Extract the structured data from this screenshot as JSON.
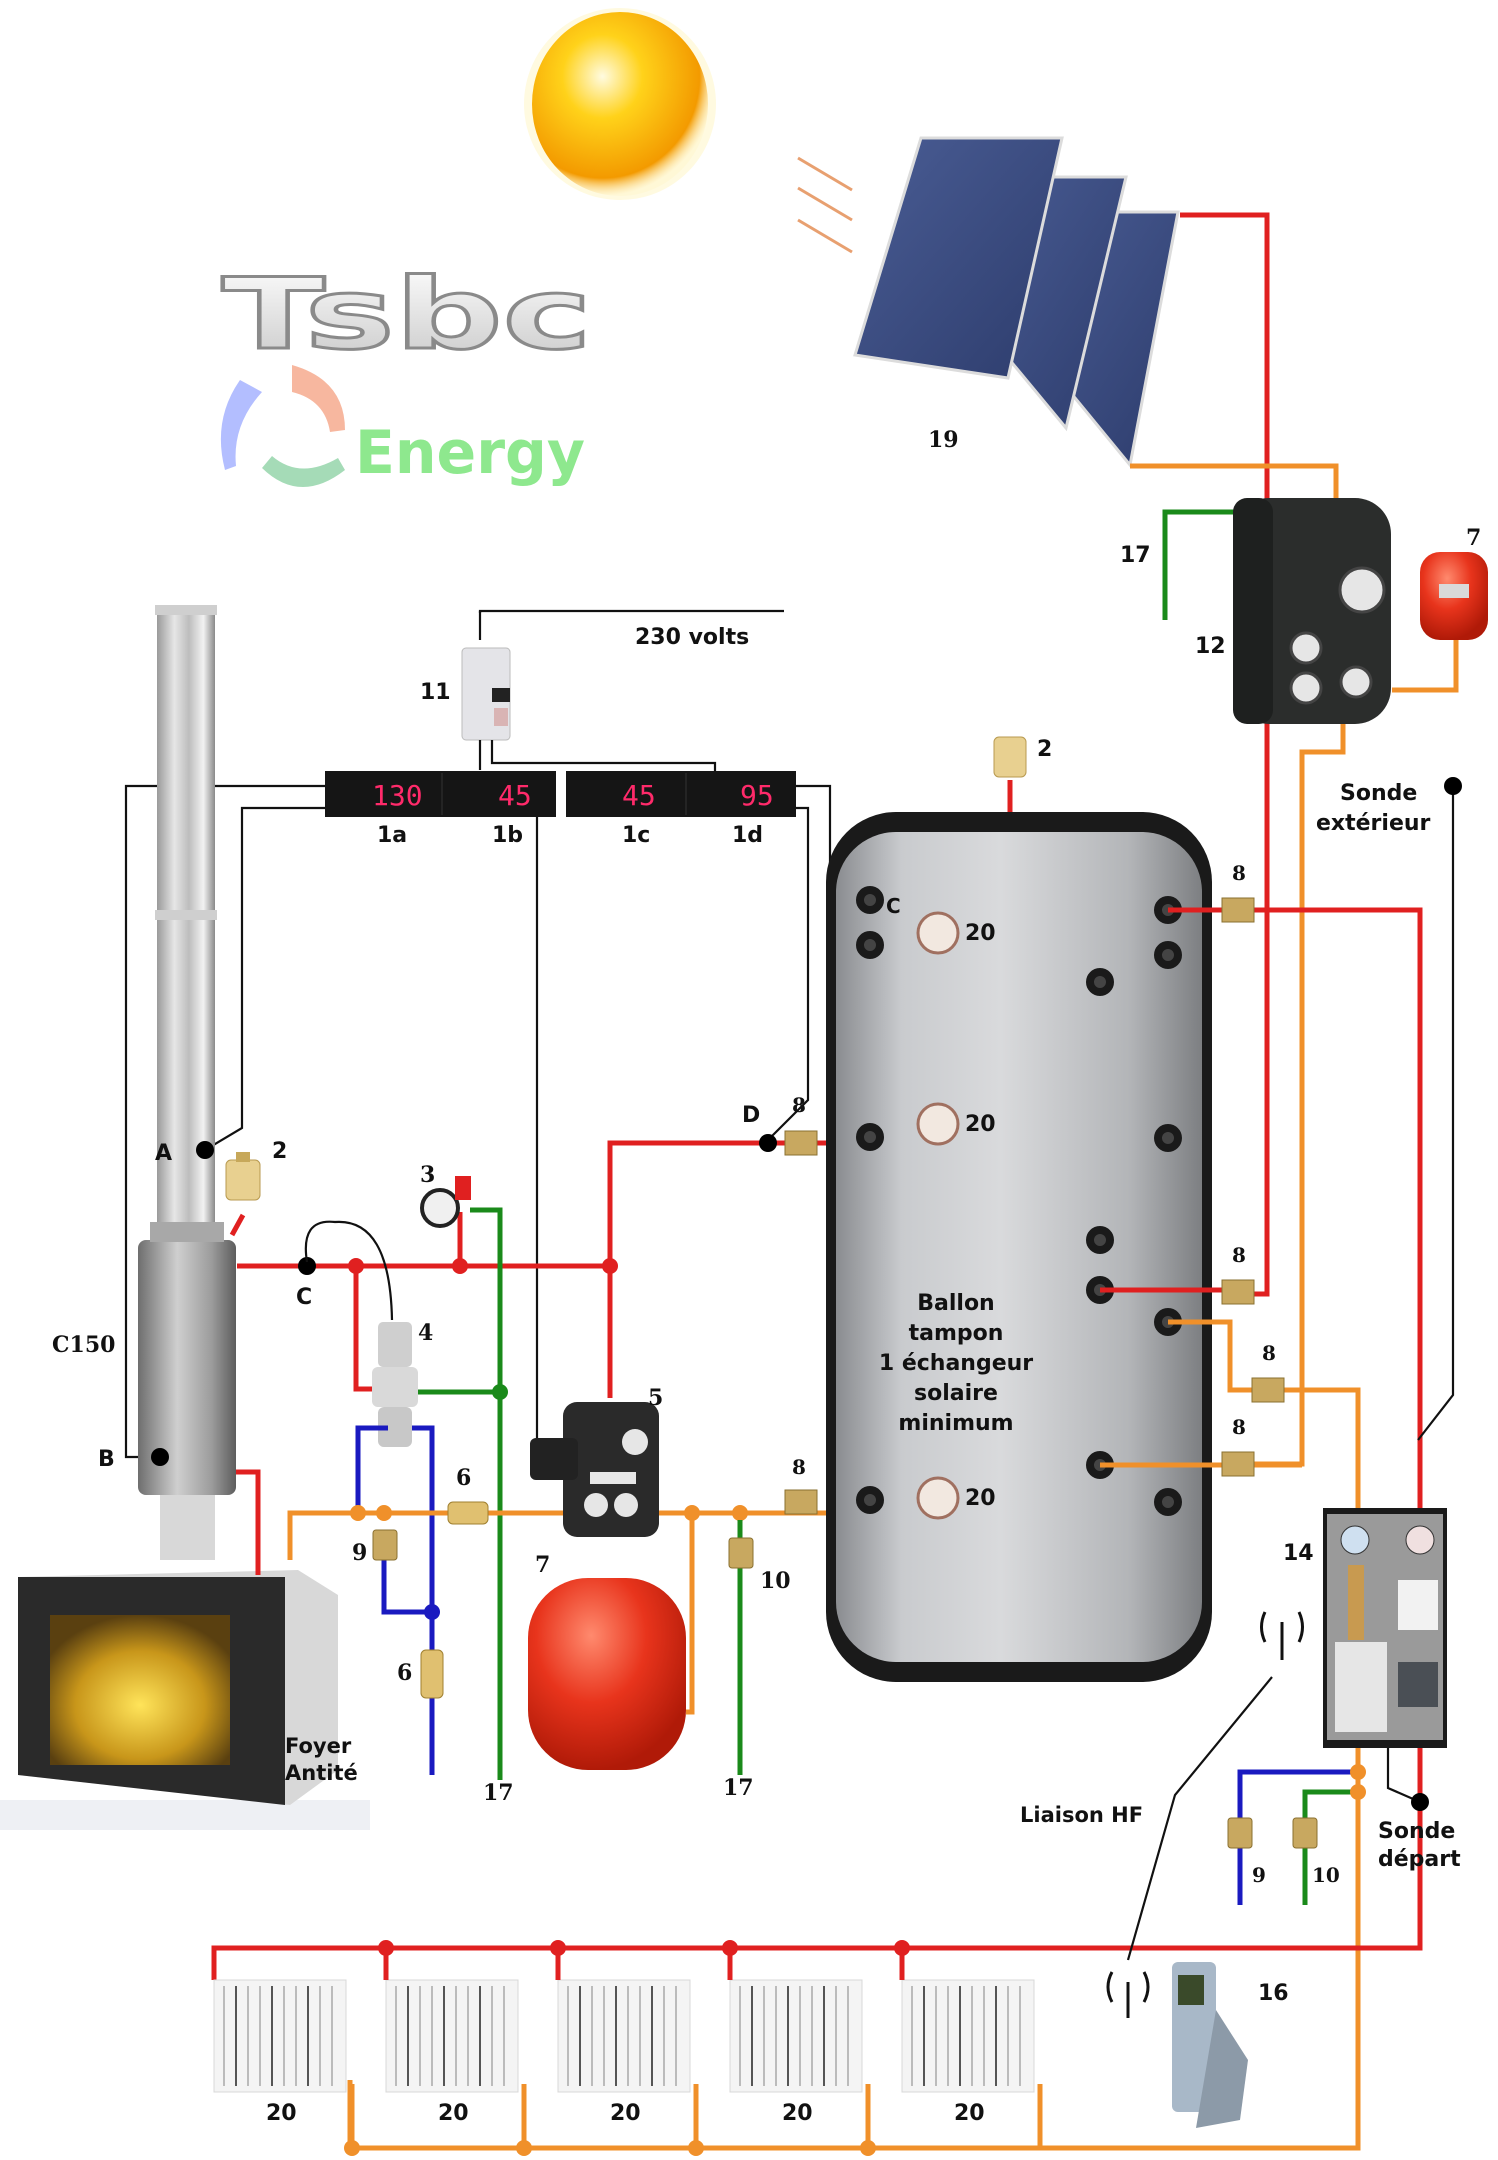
{
  "logo": {
    "brand": "Tsbc",
    "sub": "Energy"
  },
  "colors": {
    "hot_pipe": "#e02020",
    "return_pipe": "#f0902a",
    "cold_pipe": "#1a1ac0",
    "drain_pipe": "#1a8a1a",
    "wire": "#111111",
    "lcd": "#ff2a6a",
    "tank": "#b8babd",
    "vessel": "#e8341c",
    "panel": "#3c4f86"
  },
  "power": {
    "label": "230 volts",
    "breaker_id": "11"
  },
  "controllers": [
    {
      "id": "1a",
      "value": "130"
    },
    {
      "id": "1b",
      "value": "45"
    },
    {
      "id": "1c",
      "value": "45"
    },
    {
      "id": "1d",
      "value": "95"
    }
  ],
  "sensors": {
    "A": "A",
    "B": "B",
    "C_left": "C",
    "C_tank": "C",
    "D": "D"
  },
  "components": {
    "solar_panels": "19",
    "solar_station": "12",
    "solar_expansion": "7",
    "solar_drain": "17",
    "air_vent_tank": "2",
    "air_vent_stove": "2",
    "safety_group": "3",
    "thermal_valve": "4",
    "load_unit": "5",
    "check_valve_h": "6",
    "check_valve_v": "6",
    "expansion_vessel": "7",
    "fill_valve": "9",
    "drain_valve": "10",
    "drain_17a": "17",
    "drain_17b": "17",
    "heating_station": "14",
    "thermostat": "16",
    "stove_model": "C150",
    "stove_name_line1": "Foyer",
    "stove_name_line2": "Antité",
    "fill_valve_2": "9",
    "drain_valve_2": "10"
  },
  "tank": {
    "lines": [
      "Ballon",
      "tampon",
      "1 échangeur",
      "solaire",
      "minimum"
    ],
    "thermometer_label": "20",
    "valve_label": "8"
  },
  "probes": {
    "outdoor_line1": "Sonde",
    "outdoor_line2": "extérieur",
    "flow_line1": "Sonde",
    "flow_line2": "départ",
    "radio_link": "Liaison HF"
  },
  "radiators": [
    {
      "label": "20"
    },
    {
      "label": "20"
    },
    {
      "label": "20"
    },
    {
      "label": "20"
    },
    {
      "label": "20"
    }
  ]
}
